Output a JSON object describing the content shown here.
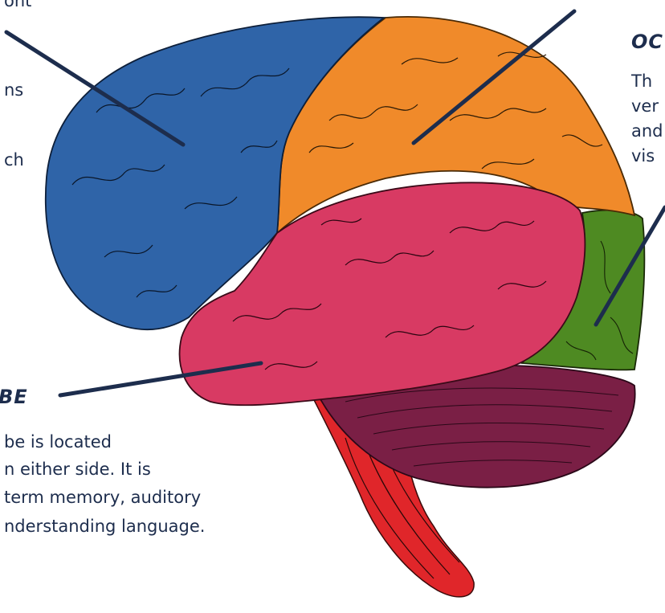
{
  "frontal_fragment": {
    "lines": [
      "ont",
      "ns",
      "ch"
    ]
  },
  "temporal_fragment": {
    "heading": "BE",
    "lines": [
      "be is located",
      "n either side. It is",
      "term memory, auditory",
      "nderstanding language."
    ]
  },
  "occipital_fragment": {
    "heading": "OC",
    "lines": [
      "Th",
      "ver",
      "and",
      "vis"
    ]
  },
  "colors": {
    "frontal": "#2f64a8",
    "parietal": "#f08a2a",
    "temporal": "#d83a63",
    "occipital": "#4e8a22",
    "cerebellum": "#7a1f45",
    "brainstem": "#e0262a",
    "pointer": "#1d2d4d"
  }
}
